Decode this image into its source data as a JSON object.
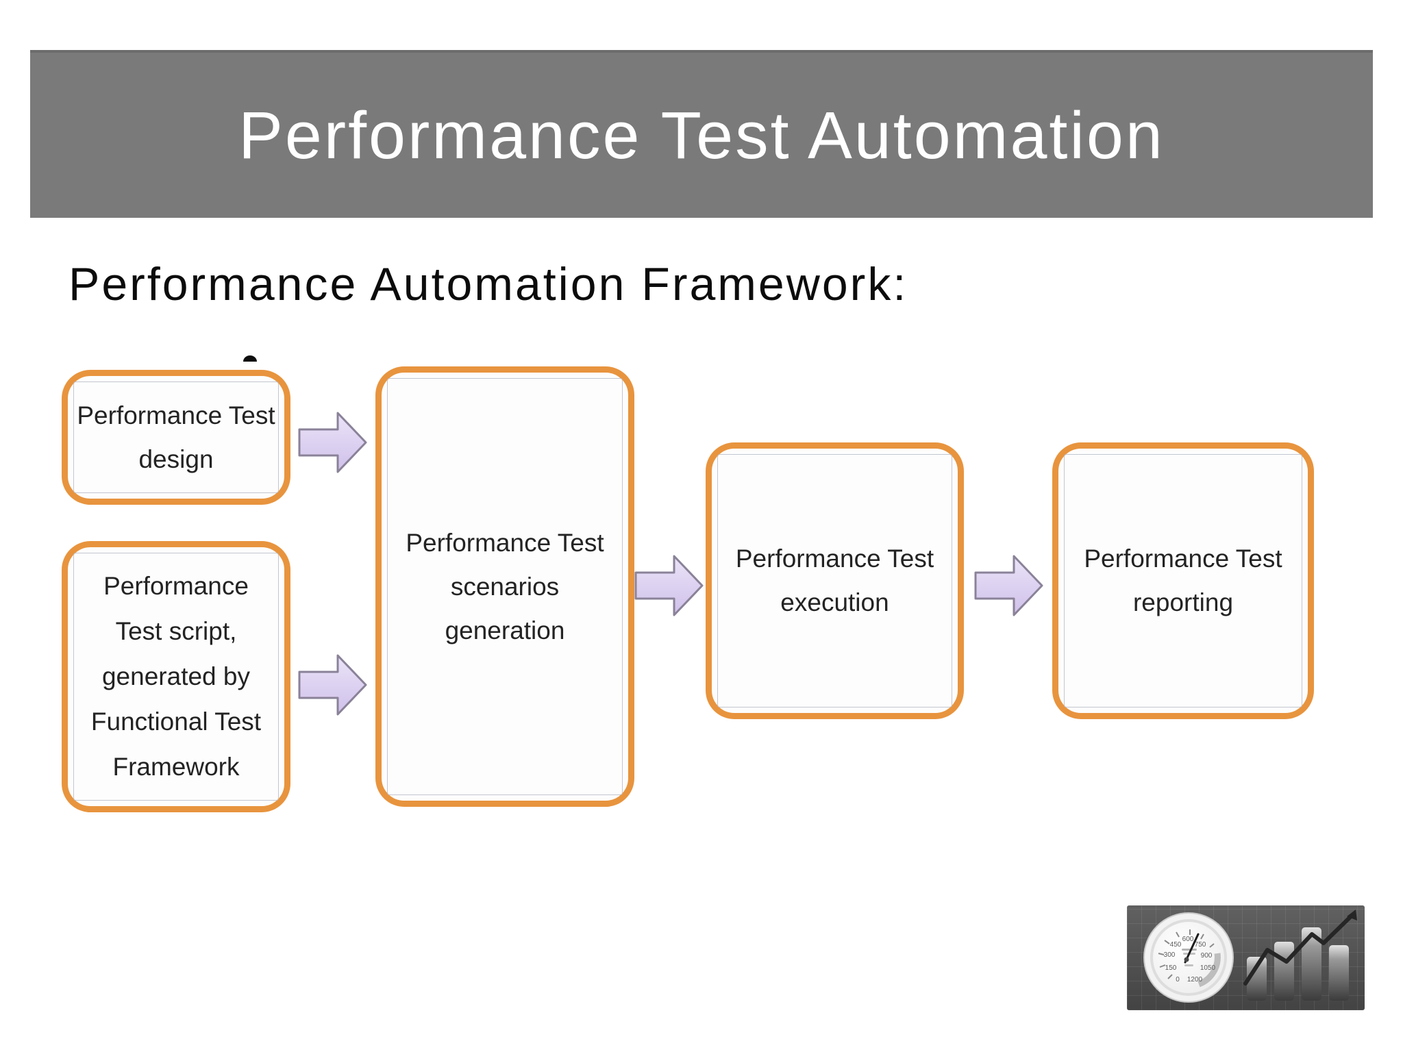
{
  "title_bar": {
    "text": "Performance Test Automation",
    "background": "#7A7A7A"
  },
  "heading": {
    "text": "Performance Automation Framework:"
  },
  "flowchart": {
    "boxes": {
      "design": {
        "lines": [
          "Performance Test",
          "design"
        ]
      },
      "script": {
        "lines": [
          "Performance",
          "Test script,",
          "generated by",
          "Functional Test",
          "Framework"
        ]
      },
      "scenarios": {
        "lines": [
          "Performance Test",
          "scenarios",
          "generation"
        ]
      },
      "execution": {
        "lines": [
          "Performance Test",
          "execution"
        ]
      },
      "reporting": {
        "lines": [
          "Performance Test",
          "reporting"
        ]
      }
    },
    "colors": {
      "box_border": "#E8943E",
      "arrow_fill_top": "#EBE4F8",
      "arrow_fill_bottom": "#CFC0EA",
      "arrow_stroke": "#8A8298",
      "text": "#232323"
    }
  },
  "metrics_image": {
    "gauge_labels": [
      "0",
      "150",
      "300",
      "450",
      "600",
      "750",
      "900",
      "1050",
      "1200"
    ],
    "background": "#555555"
  }
}
